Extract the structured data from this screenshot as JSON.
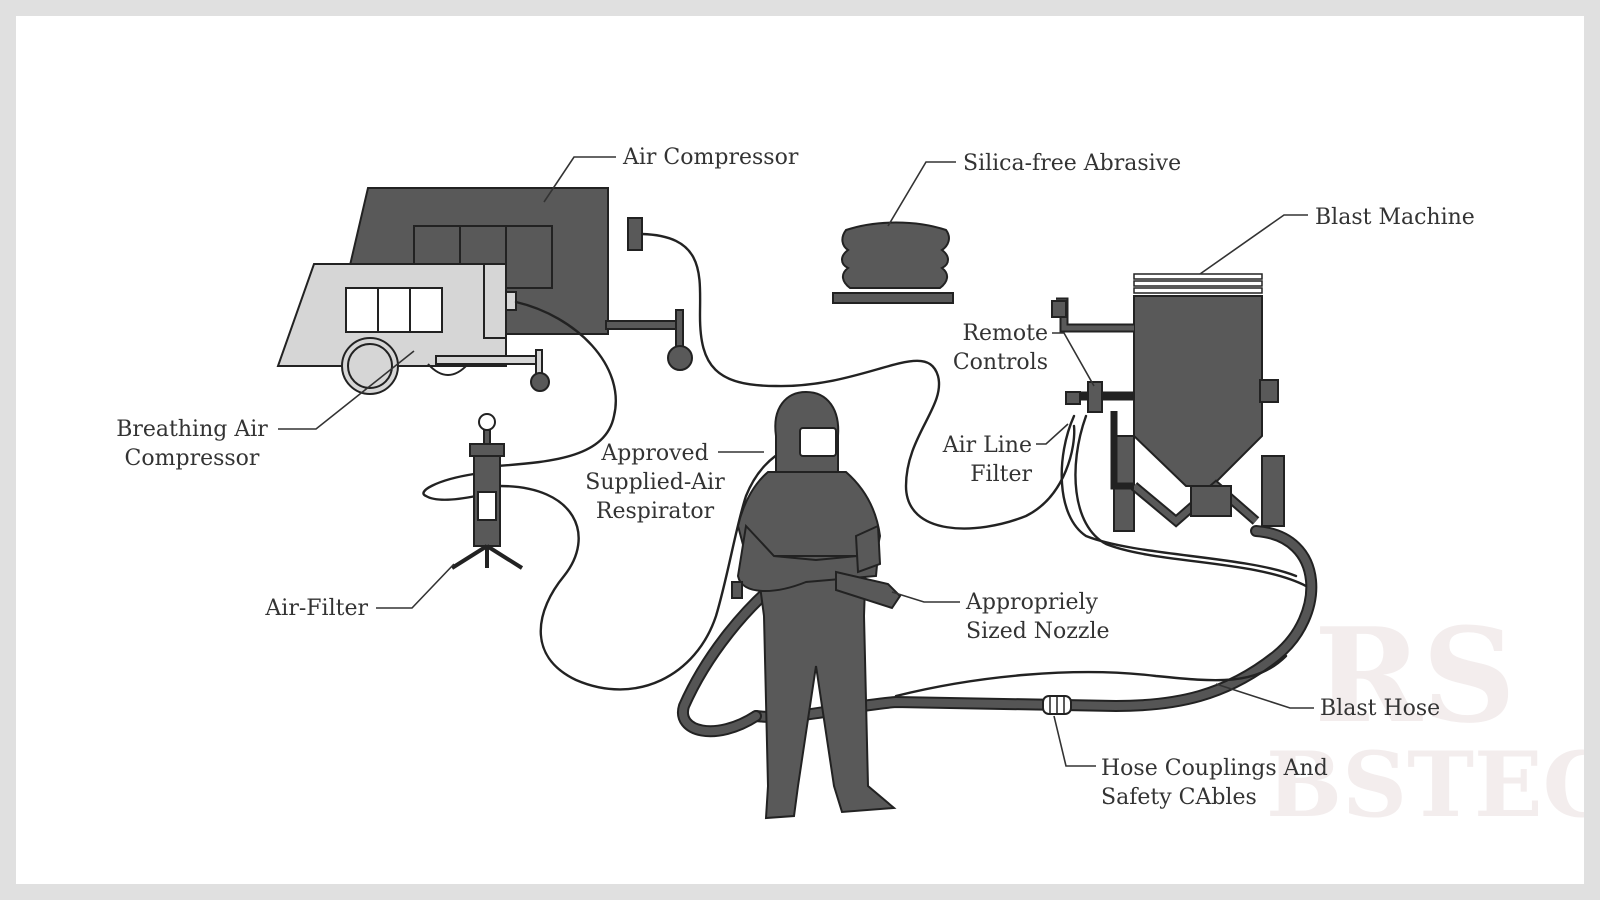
{
  "labels": {
    "air_compressor": "Air Compressor",
    "silica_free_abrasive": "Silica-free Abrasive",
    "blast_machine": "Blast Machine",
    "remote_controls": [
      "Remote",
      "Controls"
    ],
    "breathing_air_compressor": [
      "Breathing Air",
      "Compressor"
    ],
    "approved_respirator": [
      "Approved",
      "Supplied-Air",
      "Respirator"
    ],
    "air_line_filter": [
      "Air Line",
      "Filter"
    ],
    "air_filter": "Air-Filter",
    "nozzle": [
      "Appropriely",
      "Sized Nozzle"
    ],
    "blast_hose": "Blast Hose",
    "hose_couplings": [
      "Hose Couplings And",
      "Safety CAbles"
    ]
  },
  "watermark": {
    "line1": "RS",
    "line2": "BSTEC"
  },
  "colors": {
    "equipment_dark": "#595959",
    "equipment_light": "#d6d6d6",
    "outline": "#222222",
    "label_text": "#333333",
    "page_border": "#e0e0e0"
  }
}
